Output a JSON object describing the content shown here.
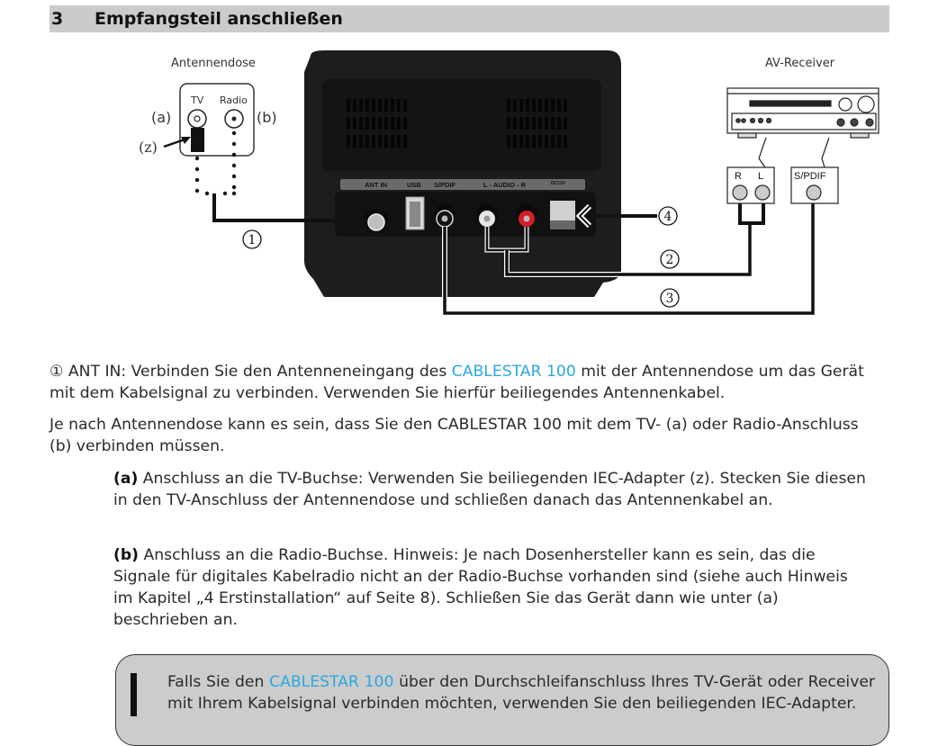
{
  "heading": {
    "number": "3",
    "title": "Empfangsteil anschließen"
  },
  "figure": {
    "antenna_socket_label": "Antennendose",
    "tv_label": "TV",
    "radio_label": "Radio",
    "label_a": "(a)",
    "label_b": "(b)",
    "label_z": "(z)",
    "av_receiver_label": "AV-Receiver",
    "port_labels": [
      "ANT IN",
      "USB",
      "S/PDIF",
      "L - AUDIO - R",
      "DC12V"
    ],
    "receiver_rl_labels": [
      "R",
      "L"
    ],
    "receiver_spdif_label": "S/PDIF",
    "callouts": [
      "①",
      "②",
      "③",
      "④"
    ]
  },
  "body": {
    "p1_prefix": "① ANT IN: Verbinden Sie den Antenneneingang des ",
    "p1_brand": "CABLESTAR 100",
    "p1_suffix": " mit der Antennendose um das Gerät mit dem Kabelsignal zu verbinden. Verwenden Sie hierfür beiliegendes Antennenkabel.",
    "p2": "Je nach Antennendose kann es sein, dass Sie den CABLESTAR 100 mit dem TV- (a) oder Radio-Anschluss (b) verbinden müssen.",
    "pa_label": "(a)",
    "pa_text": " Anschluss an die TV-Buchse: Verwenden Sie beiliegenden IEC-Adapter (z). Stecken Sie diesen in den TV-Anschluss der Antennendose und schließen danach das Antennenkabel an.",
    "pb_label": "(b)",
    "pb_text": " Anschluss an die Radio-Buchse. Hinweis: Je nach Dosenhersteller kann es sein, das die Signale für digitales Kabelradio nicht an der Radio-Buchse vorhanden sind (siehe auch Hinweis im Kapitel „4 Erstinstallation“ auf Seite 8). Schließen Sie das Gerät dann wie unter (a) beschrieben an."
  },
  "note": {
    "prefix": "Falls Sie den ",
    "brand": "CABLESTAR 100",
    "suffix": " über den Durchschleifanschluss Ihres TV-Gerät oder Receiver mit Ihrem Kabelsignal verbinden möchten, verwenden Sie den beiliegenden IEC-Adapter."
  },
  "colors": {
    "accent": "#29a8e0",
    "heading_bg": "#cbcbc9",
    "note_bg": "#cccccc",
    "rca_red": "#d31f26"
  }
}
